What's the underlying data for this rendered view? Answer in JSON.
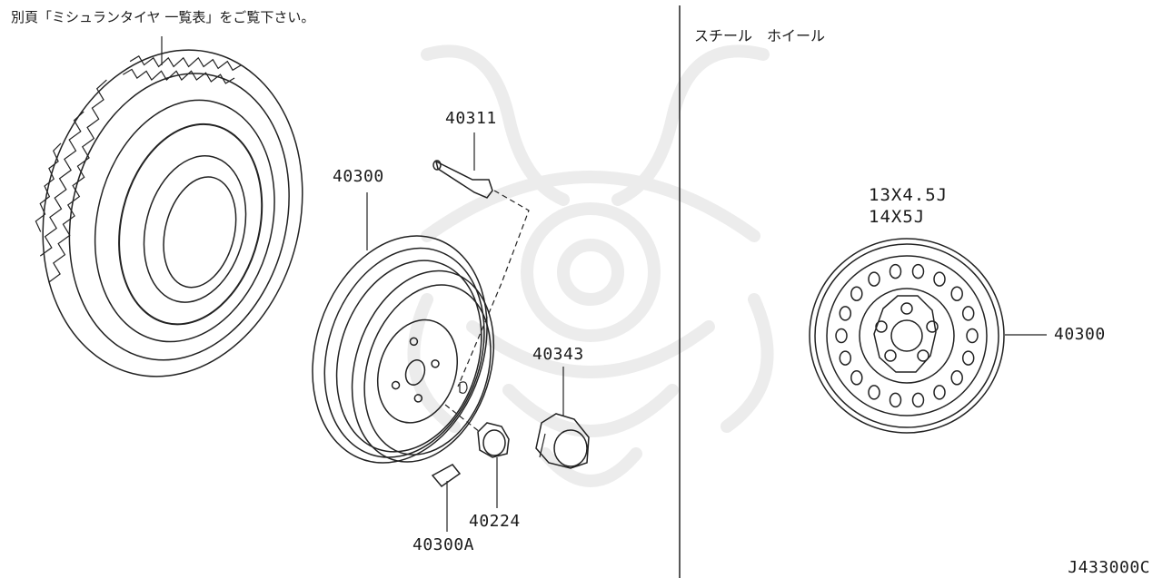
{
  "note": "別頁「ミシュランタイヤ 一覧表」をご覧下さい。",
  "right_panel": {
    "heading": "スチール　ホイール",
    "sizes": [
      "13X4.5J",
      "14X5J"
    ],
    "wheel_part": "40300"
  },
  "parts": {
    "valve": "40311",
    "wheel": "40300",
    "cap": "40343",
    "nut": "40224",
    "clip": "40300A"
  },
  "diagram_code": "J433000C"
}
